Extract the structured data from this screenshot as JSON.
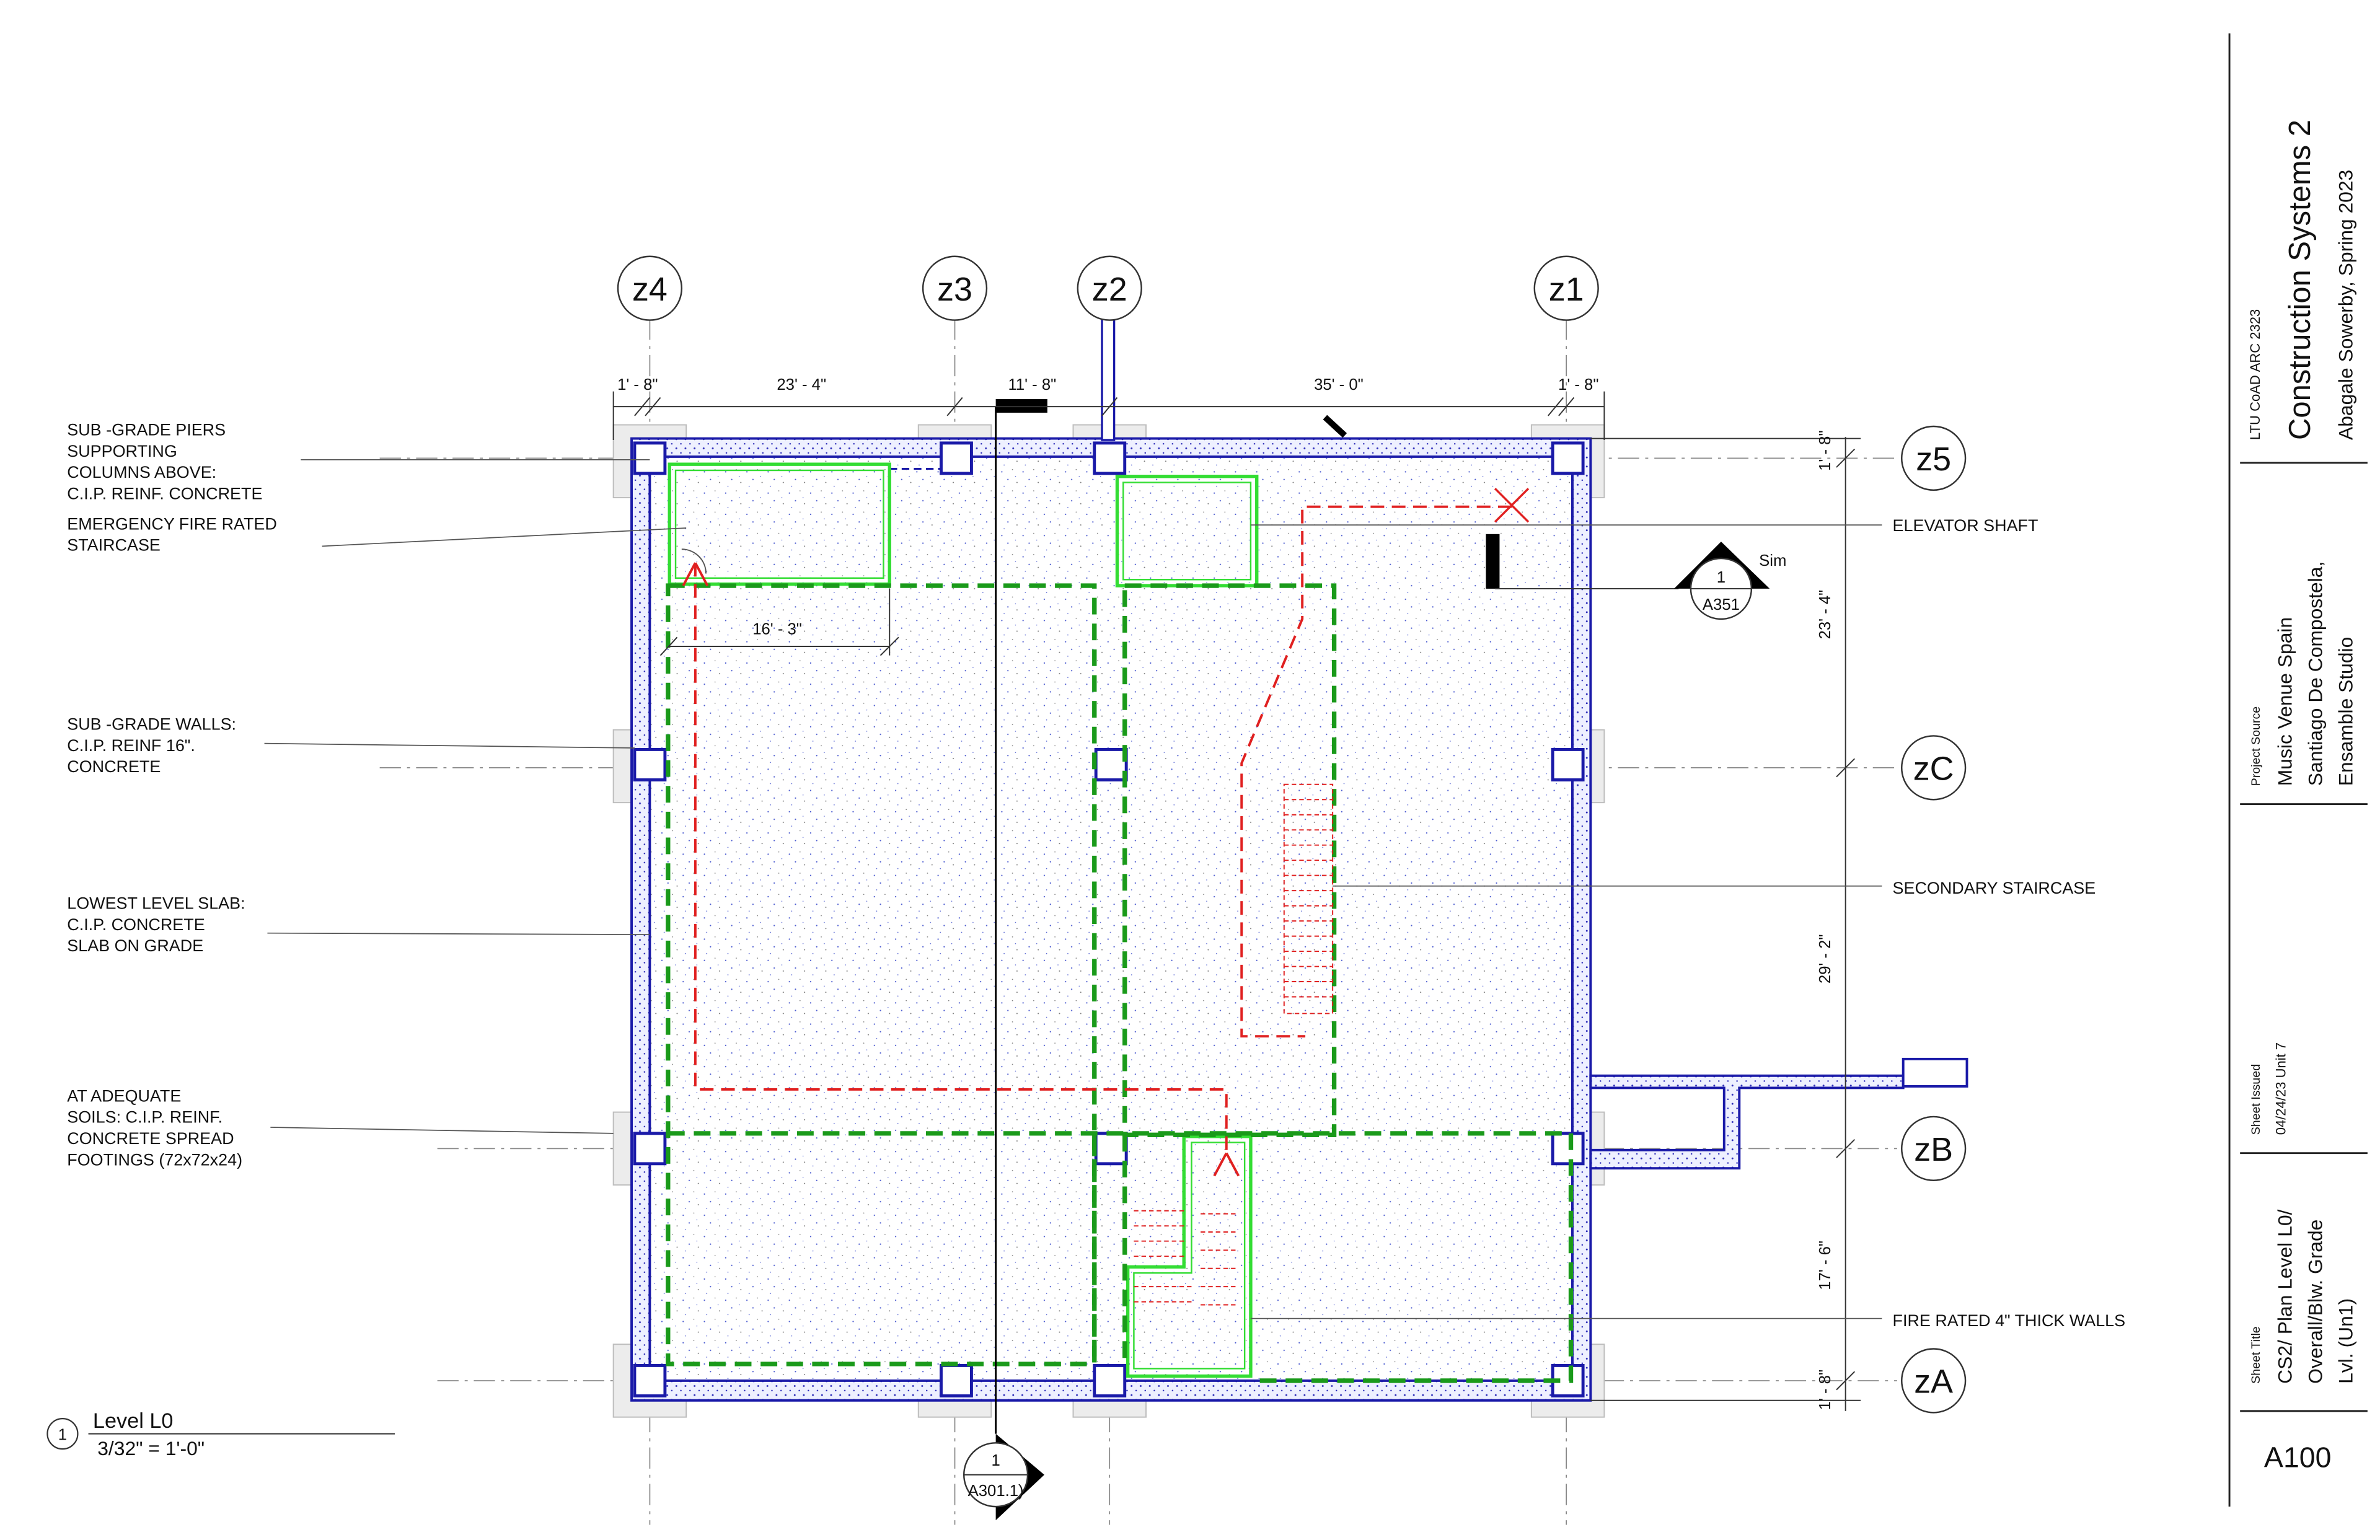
{
  "grid": {
    "columns": [
      "z4",
      "z3",
      "z2",
      "z1"
    ],
    "rows": [
      "z5",
      "zC",
      "zB",
      "zA"
    ]
  },
  "dimensions": {
    "top": [
      "1' - 8\"",
      "23' - 4\"",
      "11' - 8\"",
      "35' - 0\"",
      "1' - 8\""
    ],
    "right": [
      "1' - 8\"",
      "23' - 4\"",
      "29' - 2\"",
      "17' - 6\"",
      "1' - 8\""
    ],
    "interior": "16' - 3\""
  },
  "annotations_left": [
    [
      "SUB  -GRADE PIERS",
      "SUPPORTING",
      "COLUMNS ABOVE:",
      "C.I.P. REINF. CONCRETE"
    ],
    [
      "EMERGENCY FIRE RATED",
      "STAIRCASE"
    ],
    [
      "SUB  -GRADE WALLS:",
      "C.I.P. REINF 16\".",
      "CONCRETE"
    ],
    [
      "LOWEST LEVEL SLAB:",
      "C.I.P. CONCRETE",
      "SLAB ON GRADE"
    ],
    [
      "AT ADEQUATE",
      "SOILS: C.I.P. REINF.",
      "CONCRETE SPREAD",
      "FOOTINGS (72x72x24)"
    ]
  ],
  "annotations_right": [
    "ELEVATOR SHAFT",
    "SECONDARY STAIRCASE",
    "FIRE RATED 4\" THICK WALLS"
  ],
  "section_marks": {
    "a351": {
      "number": "1",
      "sheet": "A351",
      "note": "Sim"
    },
    "a301": {
      "number": "1",
      "sheet": "A301.1)"
    }
  },
  "view_title": {
    "number": "1",
    "name": "Level L0",
    "scale": "3/32\" = 1'-0\""
  },
  "title_block": {
    "course": "LTU CoAD ARC 2323",
    "title": "Construction Systems 2",
    "author": "Abagale Sowerby, Spring 2023",
    "project_source_label": "Project Source",
    "project_source": [
      "Music Venue Spain",
      "Santiago De Compostela,",
      "Ensamble Studio"
    ],
    "sheet_issued_label": "Sheet Issued",
    "sheet_issued": "04/24/23 Unit 7",
    "sheet_title_label": "Sheet Title",
    "sheet_title": [
      "CS2/ Plan Level L0/",
      "Overall/Blw. Grade",
      "Lvl. (Un1)"
    ],
    "sheet_number": "A100"
  },
  "colors": {
    "wall": "#1a1aa8",
    "fire_rated": "#33dd33",
    "exit_route": "#1a9a1a",
    "egress_path": "#e02020",
    "concrete": "#d8d8d8"
  }
}
